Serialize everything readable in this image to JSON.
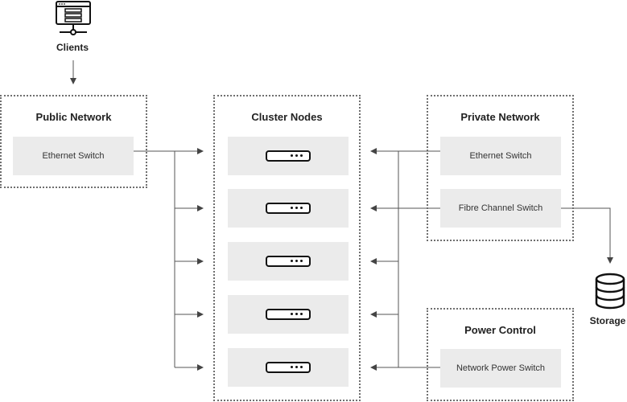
{
  "clients": {
    "label": "Clients",
    "icon": "server-browser-icon"
  },
  "public_network": {
    "title": "Public Network",
    "items": [
      "Ethernet Switch"
    ]
  },
  "cluster_nodes": {
    "title": "Cluster Nodes",
    "node_count": 5,
    "node_icon": "server-rack-icon"
  },
  "private_network": {
    "title": "Private Network",
    "items": [
      "Ethernet Switch",
      "Fibre Channel Switch"
    ]
  },
  "power_control": {
    "title": "Power Control",
    "items": [
      "Network Power Switch"
    ]
  },
  "storage": {
    "label": "Storage",
    "icon": "database-icon"
  },
  "colors": {
    "line": "#555555",
    "box_fill": "#ebebeb",
    "border": "#6f6f6f"
  }
}
